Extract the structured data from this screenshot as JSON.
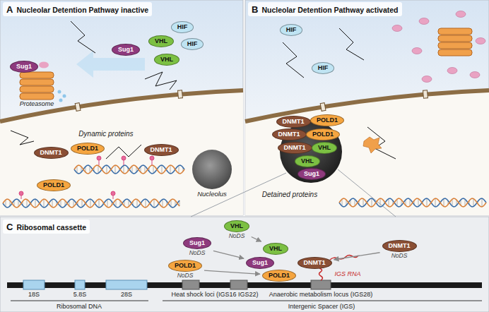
{
  "diagram": {
    "nodes": [
      {
        "text": [
          "A",
          "Nucleolar Detention Pathway inactive"
        ]
      },
      {
        "text": [
          "Sug1"
        ],
        "in": 0
      },
      {
        "text": [
          "Sug1"
        ],
        "in": 0
      },
      {
        "text": [
          "HIF"
        ],
        "in": 0
      },
      {
        "text": [
          "VHL"
        ],
        "in": 0
      },
      {
        "text": [
          "HIF"
        ],
        "in": 0
      },
      {
        "text": [
          "VHL"
        ],
        "in": 0
      },
      {
        "text": [
          "DNMT1"
        ],
        "in": 0
      },
      {
        "text": [
          "POLD1"
        ],
        "in": 0
      },
      {
        "text": [
          "DNMT1"
        ],
        "in": 0
      },
      {
        "text": [
          "POLD1"
        ],
        "in": 0
      },
      {
        "text": [
          "Nucleolus"
        ],
        "in": 0
      },
      {
        "text": [
          "B",
          "Nucleolar Detention Pathway activated"
        ]
      },
      {
        "text": [
          "HIF"
        ],
        "in": 12
      },
      {
        "text": [
          "HIF"
        ],
        "in": 12
      },
      {
        "text": [
          "DNMT1"
        ],
        "in": 12
      },
      {
        "text": [
          "POLD1"
        ],
        "in": 12
      },
      {
        "text": [
          "DNMT1"
        ],
        "in": 12
      },
      {
        "text": [
          "POLD1"
        ],
        "in": 12
      },
      {
        "text": [
          "DNMT1"
        ],
        "in": 12
      },
      {
        "text": [
          "VHL"
        ],
        "in": 12
      },
      {
        "text": [
          "VHL"
        ],
        "in": 12
      },
      {
        "text": [
          "Sug1"
        ],
        "in": 12
      },
      {
        "text": [
          "C",
          "Ribosomal cassette"
        ]
      },
      {
        "text": [
          "Sug1",
          "NoDS"
        ],
        "in": 23
      },
      {
        "text": [
          "VHL",
          "NoDS"
        ],
        "in": 23
      },
      {
        "text": [
          "POLD1",
          "NoDS"
        ],
        "in": 23
      },
      {
        "text": [
          "DNMT1",
          "NoDS"
        ],
        "in": 23
      },
      {
        "text": [
          "VHL"
        ],
        "in": 23
      },
      {
        "text": [
          "Sug1"
        ],
        "in": 23
      },
      {
        "text": [
          "DNMT1"
        ],
        "in": 23
      },
      {
        "text": [
          "POLD1"
        ],
        "in": 23
      }
    ],
    "edges": [
      {
        "from": 24,
        "to": 29,
        "arrow": "to"
      },
      {
        "from": 25,
        "to": 28,
        "arrow": "to"
      },
      {
        "from": 26,
        "to": 31,
        "arrow": "to"
      },
      {
        "from": 27,
        "to": 30,
        "arrow": "to"
      }
    ],
    "labels": [
      "Proteasome",
      "Dynamic proteins",
      "Detained proteins",
      "IGS RNA",
      "18S",
      "5.8S",
      "28S",
      "Ribosomal DNA",
      "Heat shock loci (IGS16 IGS22)",
      "Anaerobic metabolism locus (IGS28)",
      "Intergenic Spacer (IGS)"
    ]
  }
}
